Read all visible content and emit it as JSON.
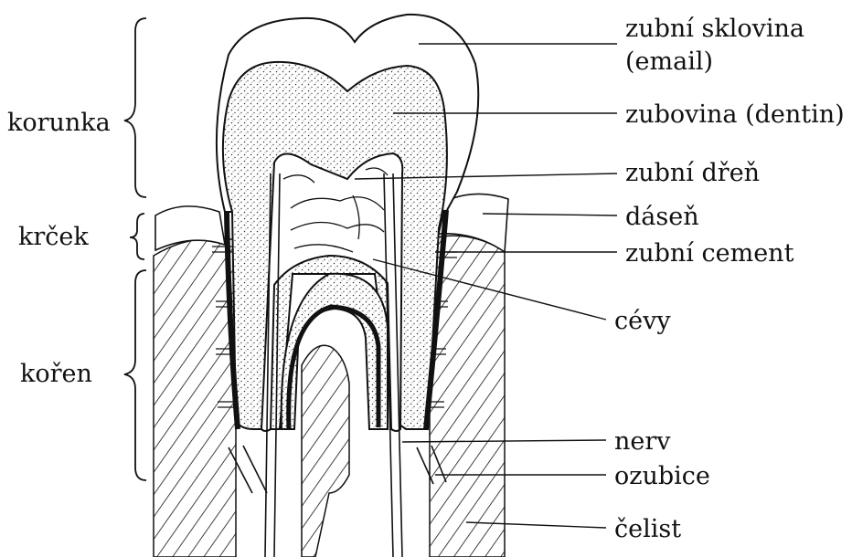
{
  "diagram": {
    "left_labels": {
      "crown": "korunka",
      "neck": "krček",
      "root": "kořen"
    },
    "right_labels": {
      "enamel_line1": "zubní sklovina",
      "enamel_line2": "(email)",
      "dentin": "zubovina (dentin)",
      "pulp": "zubní dřeň",
      "gum": "dáseň",
      "cement": "zubní cement",
      "vessels": "cévy",
      "nerve": "nerv",
      "socket": "ozubice",
      "jaw": "čelist"
    },
    "colors": {
      "ink": "#111111",
      "background": "#ffffff",
      "dentin_fill": "#e4e4e4"
    }
  }
}
